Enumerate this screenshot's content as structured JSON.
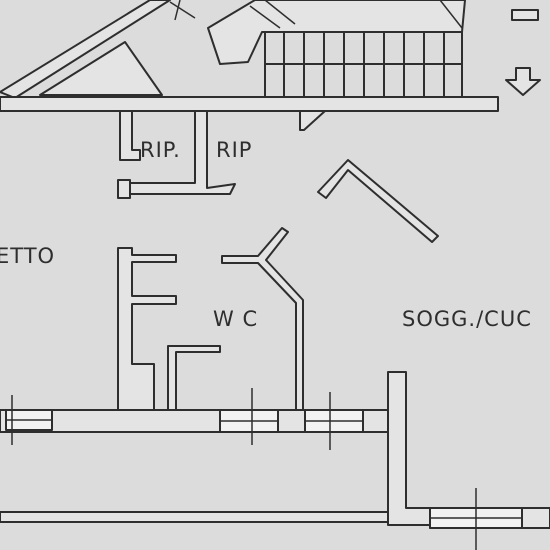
{
  "colors": {
    "background": "#dcdcdc",
    "ink": "#2e2e2e",
    "wall_fill": "#e4e4e4"
  },
  "rooms": {
    "storage_1": "RIP.",
    "storage_2": "RIP",
    "bedroom": "ETTO",
    "bathroom": "W C",
    "living_kitchen": "SOGG./CUC"
  }
}
